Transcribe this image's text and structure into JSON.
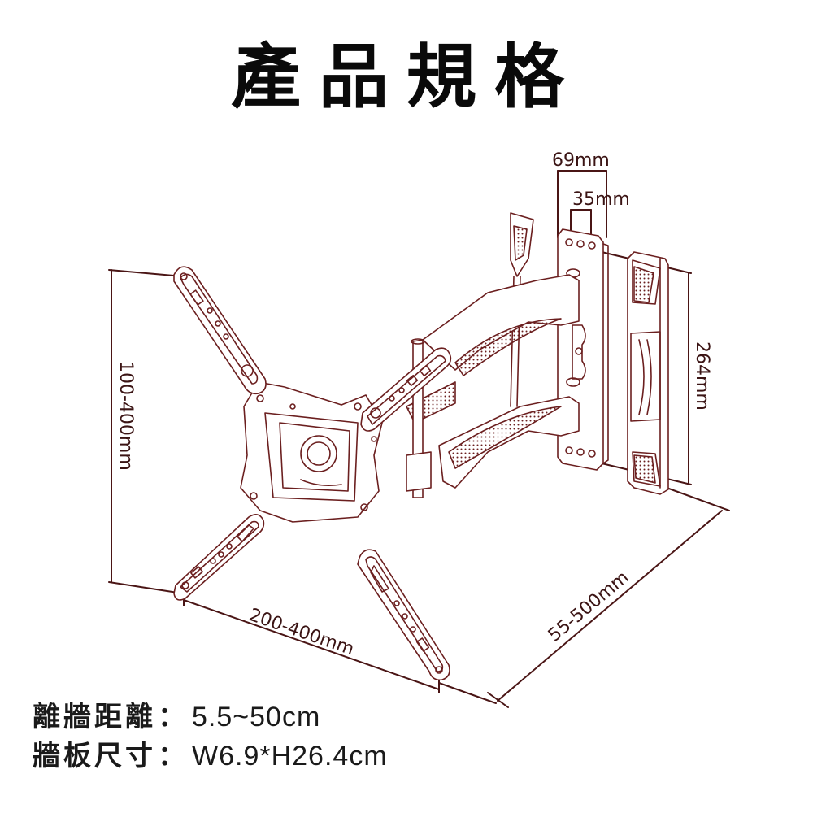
{
  "title": "產品規格",
  "colors": {
    "line": "#6b1f1f",
    "dimension_text": "#3b1414",
    "text": "#1a1a1a",
    "background": "#ffffff"
  },
  "dimensions": {
    "plate_width_outer": "69mm",
    "plate_width_inner": "35mm",
    "wall_plate_height": "264mm",
    "vesa_vertical": "100-400mm",
    "vesa_horizontal": "200-400mm",
    "extension_range": "55-500mm"
  },
  "specs": [
    {
      "label": "離牆距離",
      "separator": "：",
      "value": "5.5~50cm"
    },
    {
      "label": "牆板尺寸",
      "separator": "：",
      "value": "W6.9*H26.4cm"
    }
  ]
}
